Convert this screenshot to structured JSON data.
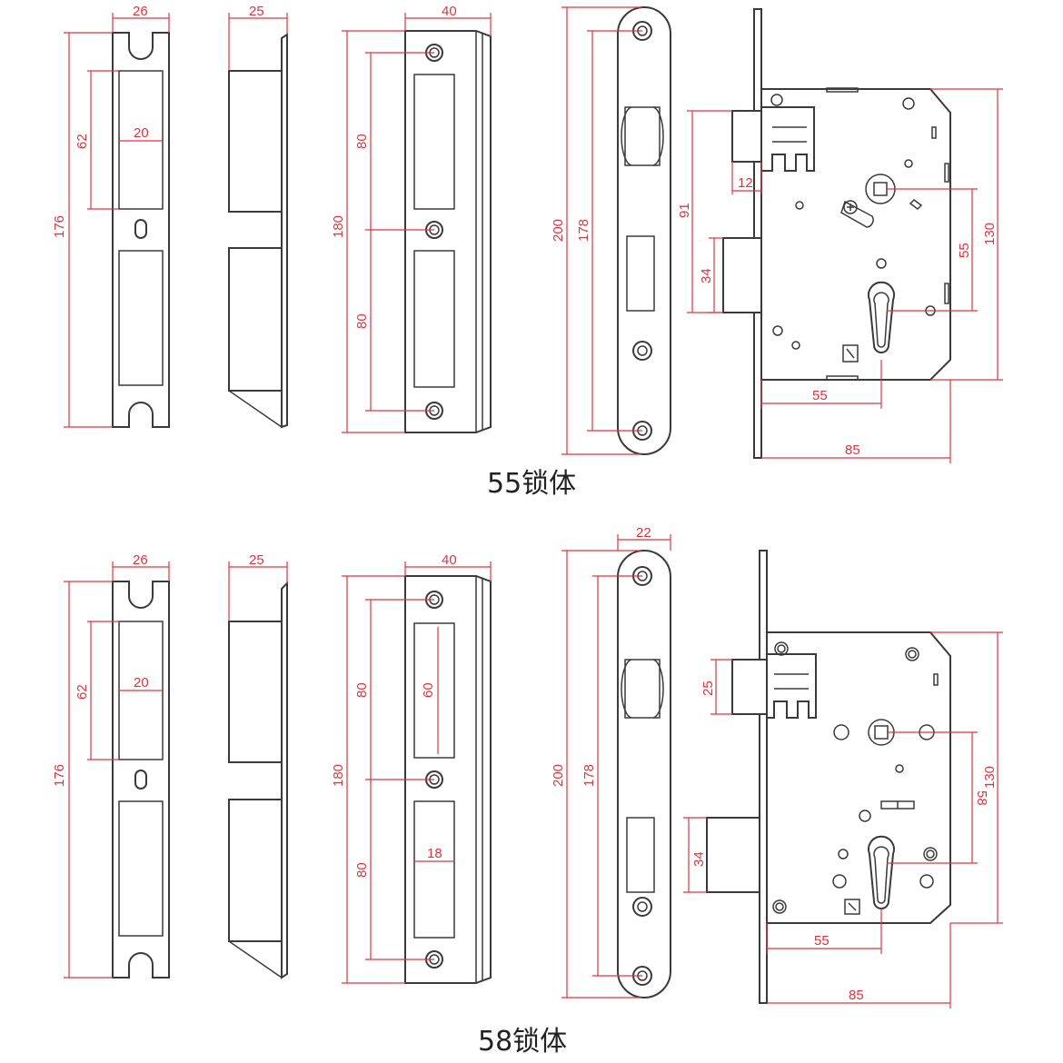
{
  "captions": {
    "top": "55锁体",
    "bottom": "58锁体"
  },
  "colors": {
    "dimension": "#e8303a",
    "outline": "#3a3a3a",
    "background": "#ffffff"
  },
  "top": {
    "strip": {
      "width": "26",
      "height": "176",
      "cutout_height": "62",
      "cutout_width": "20"
    },
    "side": {
      "width": "25"
    },
    "strike": {
      "width": "40",
      "height": "180",
      "spacing_upper": "80",
      "spacing_lower": "80"
    },
    "faceplate": {
      "height": "200",
      "hole_spacing": "178"
    },
    "body": {
      "height": "130",
      "backset_spacing": "55",
      "latch_offset": "91",
      "latch_width": "12",
      "bolt_throw": "34",
      "backset": "55",
      "width": "85"
    }
  },
  "bottom": {
    "strip": {
      "width": "26",
      "height": "176",
      "cutout_height": "62",
      "cutout_width": "20"
    },
    "side": {
      "width": "25"
    },
    "strike": {
      "width": "40",
      "height": "180",
      "spacing_upper": "80",
      "spacing_lower": "80",
      "window_height": "60",
      "window_width": "18"
    },
    "faceplate": {
      "width": "22",
      "height": "200",
      "hole_spacing": "178"
    },
    "body": {
      "height": "130",
      "backset_spacing": "58",
      "latch_height": "25",
      "bolt_throw": "34",
      "backset": "55",
      "width": "85"
    }
  }
}
